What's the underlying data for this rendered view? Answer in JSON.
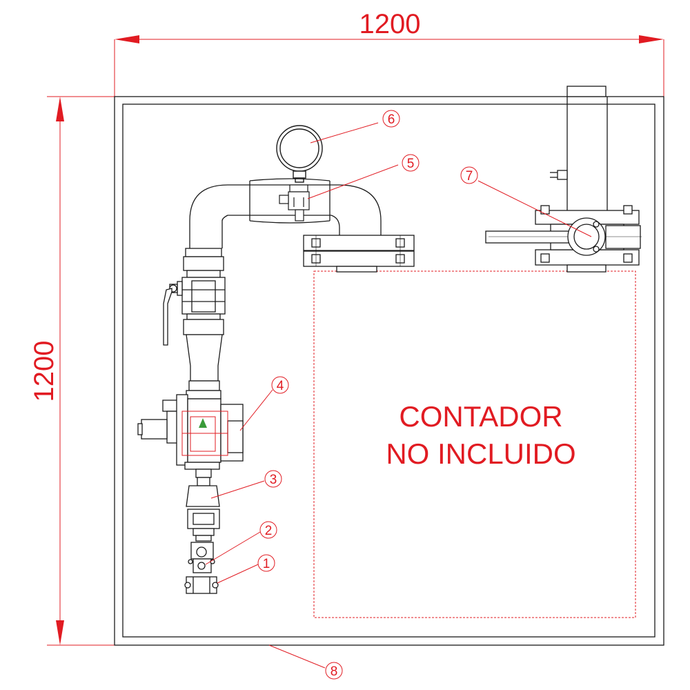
{
  "dimensions": {
    "width": "1200",
    "height": "1200"
  },
  "note": {
    "line1": "CONTADOR",
    "line2": "NO INCLUIDO"
  },
  "callouts": [
    "1",
    "2",
    "3",
    "4",
    "5",
    "6",
    "7",
    "8"
  ],
  "colors": {
    "annotation": "#e11b22",
    "linework": "#1a1a1a",
    "background": "#ffffff"
  }
}
